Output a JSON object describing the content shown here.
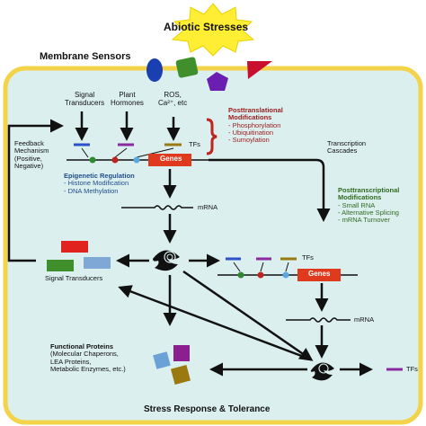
{
  "colors": {
    "cell_fill": "#dcefef",
    "membrane": "#f3d34a",
    "sun": "#ffee33",
    "gene_box": "#e03a1e",
    "arrow": "#111111",
    "red_text": "#9b1b1b",
    "blue_text": "#1f4e8c",
    "green_text": "#2e6b1f"
  },
  "header": {
    "title": "Abiotic Stresses",
    "membrane_label": "Membrane Sensors"
  },
  "inputs": {
    "signal_transducers": [
      "Signal",
      "Transducers"
    ],
    "plant_hormones": [
      "Plant",
      "Hormones"
    ],
    "ros": [
      "ROS,",
      "Ca²⁺, etc"
    ]
  },
  "feedback": [
    "Feedback",
    "Mechanism",
    "(Positive,",
    "Negative)"
  ],
  "genes_label_1": "Genes",
  "genes_label_2": "Genes",
  "tfs_1": "TFs",
  "tfs_2": "TFs",
  "tfs_3": "TFs",
  "ptm": {
    "title": [
      "Posttranslational",
      "Modifications"
    ],
    "items": [
      "- Phosphorylation",
      "- Ubiquitination",
      "- Sumoylation"
    ]
  },
  "epigenetic": {
    "title": "Epigenetic Regulation",
    "items": [
      "- Histone Modification",
      "- DNA Methylation"
    ]
  },
  "transcription_cascades": [
    "Transcription",
    "Cascades"
  ],
  "ptcm": {
    "title": [
      "Posttranscriptional",
      "Modifications"
    ],
    "items": [
      "- Small RNA",
      "- Alternative Splicing",
      "- mRNA Turnover"
    ]
  },
  "mrna_1": "mRNA",
  "mrna_2": "mRNA",
  "signal_transducers_label": "Signal Transducers",
  "functional_proteins": [
    "Functional Proteins",
    "(Molecular Chaperons,",
    "LEA Proteins,",
    "Metabolic Enzymes, etc.)"
  ],
  "footer": "Stress Response & Tolerance",
  "icons": [
    "sun-icon",
    "sensor-ellipse-icon",
    "sensor-square-icon",
    "sensor-pentagon-icon",
    "sensor-flag-icon",
    "ribosome-icon"
  ]
}
